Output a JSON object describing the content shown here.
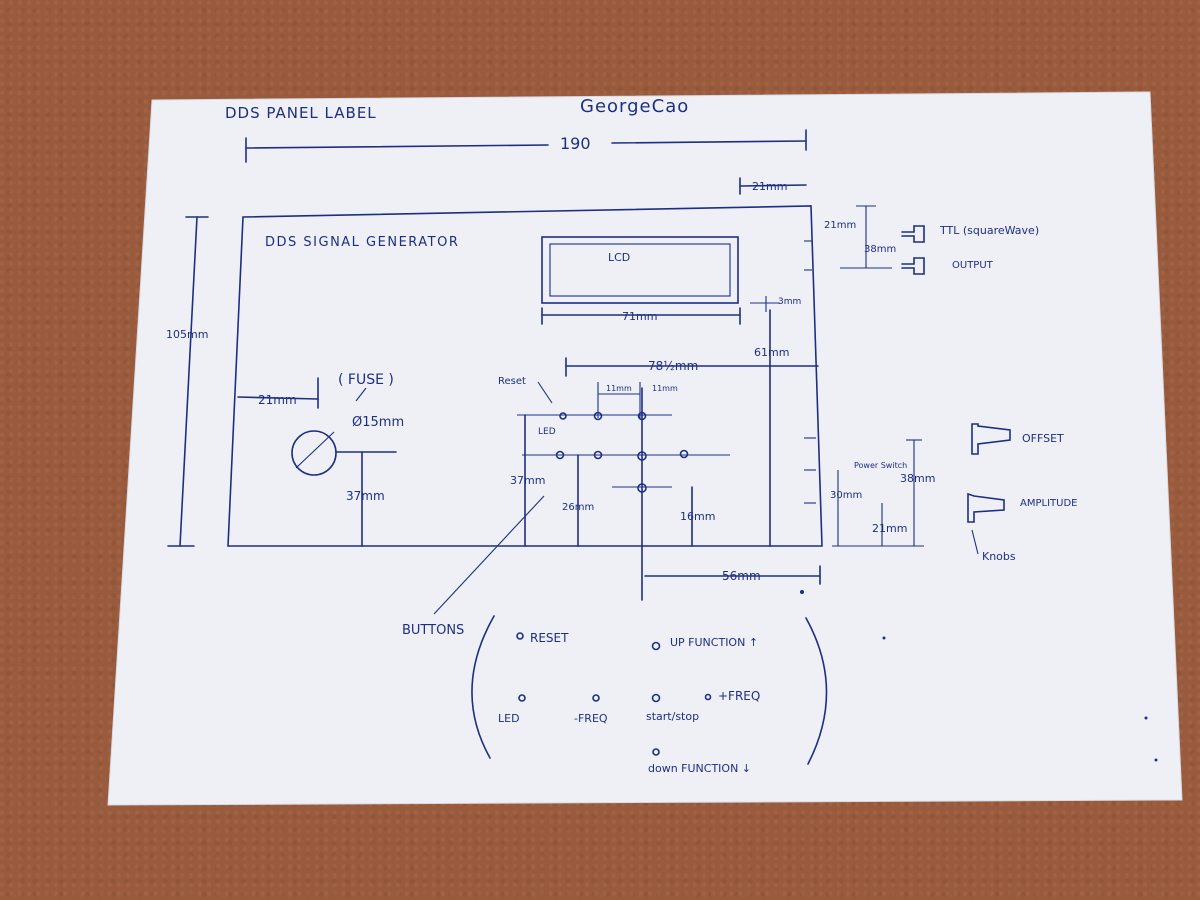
{
  "header": {
    "left_title": "DDS PANEL LABEL",
    "author": "GeorgeCao"
  },
  "dimensions": {
    "width_total": "190",
    "top_right": "21mm",
    "right_21": "21mm",
    "right_38": "38mm",
    "height": "105mm",
    "lcd_width": "71mm",
    "lcd_gap": "3mm",
    "buttons_span": "78½mm",
    "right_61": "61mm",
    "fuse_left": "21mm",
    "fuse_dia": "Ø15mm",
    "fuse_height": "37mm",
    "btn_spacing_a": "11mm",
    "btn_spacing_b": "11mm",
    "btn_37": "37mm",
    "btn_26": "26mm",
    "btn_16": "16mm",
    "bottom_56": "56mm",
    "knob_30": "30mm",
    "knob_38": "38mm",
    "knob_21": "21mm"
  },
  "panel": {
    "title": "DDS SIGNAL GENERATOR",
    "lcd_label": "LCD",
    "fuse_label": "( FUSE )",
    "reset_label": "Reset",
    "led_label": "LED",
    "power_label": "Power Switch"
  },
  "right_side": {
    "ttl_label": "TTL (squareWave)",
    "output_label": "OUTPUT",
    "offset_label": "OFFSET",
    "amplitude_label": "AMPLITUDE",
    "knobs_label": "Knobs"
  },
  "legend": {
    "buttons_label": "BUTTONS",
    "reset": "RESET",
    "up_function": "UP FUNCTION ↑",
    "led": "LED",
    "minus_freq": "-FREQ",
    "start_stop": "start/stop",
    "plus_freq": "+FREQ",
    "down_function": "down FUNCTION ↓"
  }
}
